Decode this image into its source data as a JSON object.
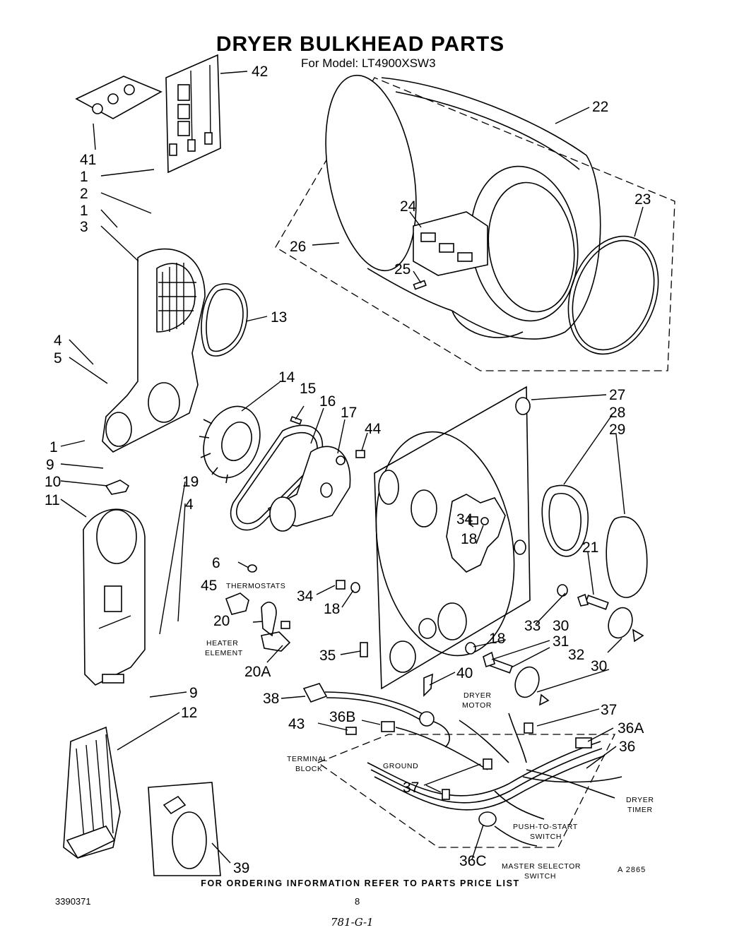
{
  "header": {
    "title": "DRYER BULKHEAD PARTS",
    "subtitle": "For Model: LT4900XSW3"
  },
  "callouts": [
    "1",
    "2",
    "1",
    "3",
    "4",
    "5",
    "1",
    "9",
    "10",
    "11",
    "41",
    "42",
    "22",
    "23",
    "24",
    "25",
    "26",
    "13",
    "14",
    "15",
    "16",
    "17",
    "44",
    "27",
    "28",
    "29",
    "34",
    "18",
    "21",
    "6",
    "19",
    "4",
    "45",
    "34",
    "18",
    "20",
    "20A",
    "35",
    "33",
    "30",
    "18",
    "31",
    "32",
    "30",
    "40",
    "9",
    "38",
    "37",
    "36A",
    "36",
    "43",
    "36B",
    "37",
    "36C",
    "12",
    "39"
  ],
  "labels": {
    "thermostats": "THERMOSTATS",
    "heater_element_1": "HEATER",
    "heater_element_2": "ELEMENT",
    "dryer_motor_1": "DRYER",
    "dryer_motor_2": "MOTOR",
    "terminal_block_1": "TERMINAL",
    "terminal_block_2": "BLOCK",
    "ground": "GROUND",
    "dryer_timer_1": "DRYER",
    "dryer_timer_2": "TIMER",
    "push_to_start_1": "PUSH-TO-START",
    "push_to_start_2": "SWITCH",
    "master_selector_1": "MASTER SELECTOR",
    "master_selector_2": "SWITCH"
  },
  "footer": {
    "ordering_note": "FOR ORDERING INFORMATION REFER TO PARTS PRICE LIST",
    "doc_number": "3390371",
    "page_number": "8",
    "figure_ref": "A 2865",
    "handwritten": "781-G-1"
  }
}
